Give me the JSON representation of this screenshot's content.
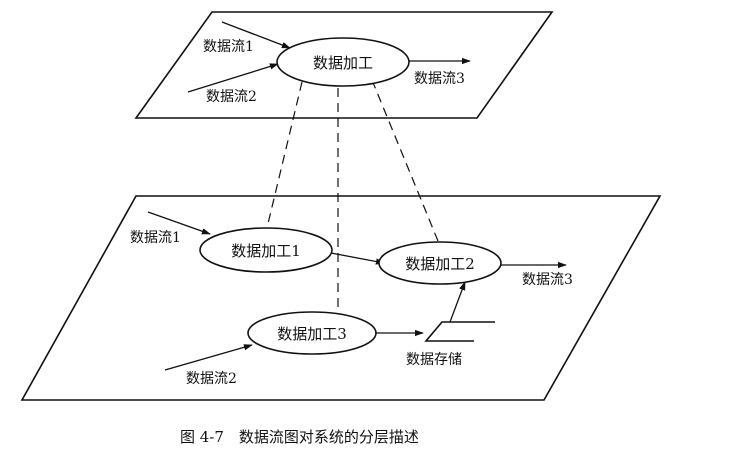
{
  "top_level": {
    "process": "数据加工",
    "inputs": [
      "数据流1",
      "数据流2"
    ],
    "output": "数据流3"
  },
  "bottom_level": {
    "process_1": "数据加工1",
    "process_2": "数据加工2",
    "process_3": "数据加工3",
    "store": "数据存储",
    "input_1": "数据流1",
    "input_2": "数据流2",
    "output": "数据流3"
  },
  "caption": "图 4-7　数据流图对系统的分层描述"
}
